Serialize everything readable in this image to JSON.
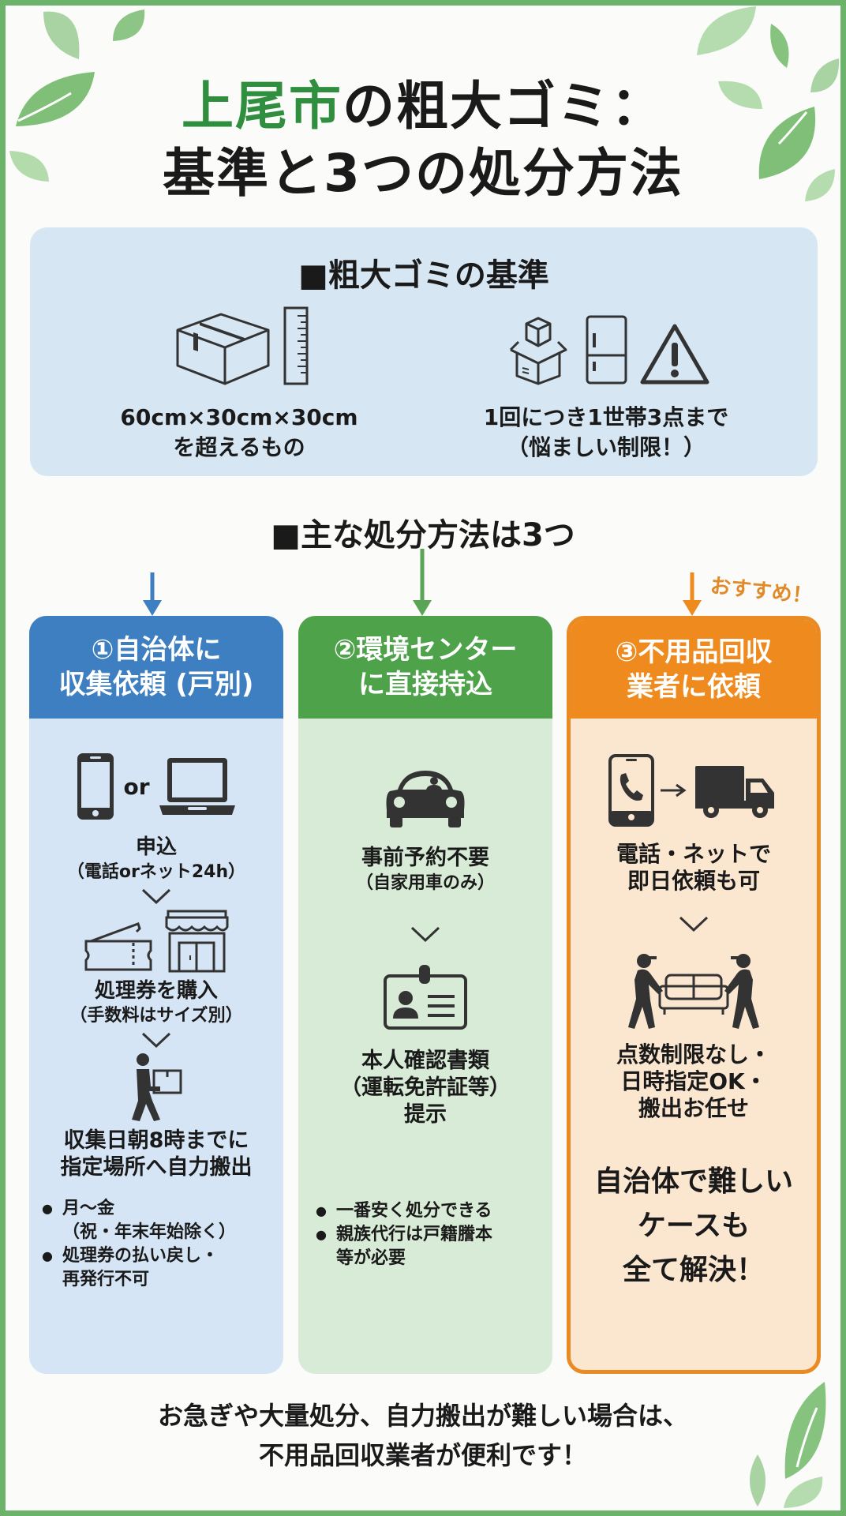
{
  "title": {
    "line1_green": "上尾市",
    "line1_rest": "の粗大ゴミ：",
    "line2": "基準と3つの処分方法"
  },
  "criteria": {
    "heading": "■粗大ゴミの基準",
    "items": [
      {
        "icons": [
          "cardboard-box-icon",
          "ruler-icon"
        ],
        "line1": "60cm×30cm×30cm",
        "line2": "を超えるもの"
      },
      {
        "icons": [
          "stacked-boxes-icon",
          "refrigerator-icon",
          "warning-icon"
        ],
        "line1": "1回につき1世帯3点まで",
        "line2": "（悩ましい制限！）"
      }
    ]
  },
  "methods": {
    "heading": "■主な処分方法は3つ",
    "recommend_label": "おすすめ！",
    "colors": {
      "blue": "#3d7fc1",
      "green": "#4ea24a",
      "orange": "#ee8a1e"
    },
    "columns": [
      {
        "header_line1": "①自治体に",
        "header_line2": "収集依頼 (戸別)",
        "steps": [
          {
            "icon": "smartphone-or-laptop-icon",
            "or_label": "or",
            "label": "申込",
            "sub": "（電話orネット24h）"
          },
          {
            "icon": "ticket-and-store-icon",
            "label": "処理券を購入",
            "sub": "（手数料はサイズ別）"
          },
          {
            "icon": "person-carrying-box-icon",
            "label_line1": "収集日朝8時までに",
            "label_line2": "指定場所へ自力搬出"
          }
        ],
        "bullets": [
          {
            "line1": "月～金",
            "line2": "（祝・年末年始除く）"
          },
          {
            "line1": "処理券の払い戻し・",
            "line2": "再発行不可"
          }
        ]
      },
      {
        "header_line1": "②環境センター",
        "header_line2": "に直接持込",
        "steps": [
          {
            "icon": "car-icon",
            "label": "事前予約不要",
            "sub": "（自家用車のみ）"
          },
          {
            "icon": "id-card-icon",
            "label_line1": "本人確認書類",
            "label_line2": "（運転免許証等）",
            "label_line3": "提示"
          }
        ],
        "bullets": [
          {
            "line1": "一番安く処分できる"
          },
          {
            "line1": "親族代行は戸籍謄本",
            "line2": "等が必要"
          }
        ]
      },
      {
        "header_line1": "③不用品回収",
        "header_line2": "業者に依頼",
        "steps": [
          {
            "icon": "phone-to-truck-icon",
            "label_line1": "電話・ネットで",
            "label_line2": "即日依頼も可"
          },
          {
            "icon": "movers-carrying-sofa-icon",
            "label_line1": "点数制限なし・",
            "label_line2": "日時指定OK・",
            "label_line3": "搬出お任せ"
          }
        ],
        "message_line1": "自治体で難しい",
        "message_line2": "ケースも",
        "message_line3": "全て解決！"
      }
    ]
  },
  "footer": {
    "line1": "お急ぎや大量処分、自力搬出が難しい場合は、",
    "line2": "不用品回収業者が便利です！"
  }
}
